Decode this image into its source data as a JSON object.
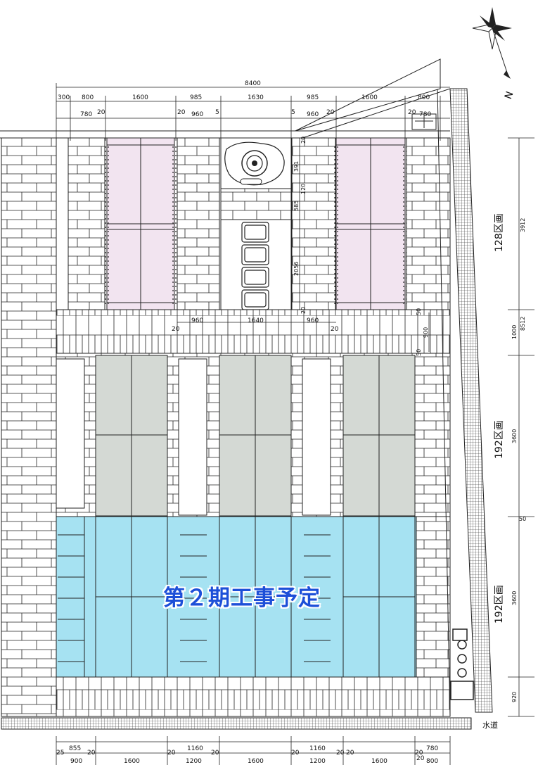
{
  "plan": {
    "total_width": "8400",
    "top_dims": [
      "300",
      "800",
      "1600",
      "985",
      "1630",
      "985",
      "1600",
      "800"
    ],
    "top_dims_row2": [
      "780",
      "20",
      "20",
      "960",
      "5",
      "5",
      "960",
      "20",
      "20",
      "780"
    ],
    "mid_dims": [
      "20",
      "960",
      "1640",
      "960",
      "20"
    ],
    "bottom_dims_row1": [
      "855",
      "20",
      "1160",
      "20",
      "1160",
      "20",
      "780"
    ],
    "bottom_dims_row2": [
      "25",
      "900",
      "20",
      "1600",
      "20",
      "1200",
      "1600",
      "20",
      "1200",
      "20",
      "1600",
      "20",
      "800"
    ],
    "center_dims": [
      "20",
      "391",
      "120",
      "585",
      "2056",
      "20"
    ],
    "right_dims": {
      "d3912": "3912",
      "d8512": "8512",
      "d1000": "1000",
      "d3600a": "3600",
      "d50": "50",
      "d3600b": "3600",
      "d920": "920",
      "d900": "900",
      "d20a": "50",
      "d20b": "50"
    },
    "zones": [
      "128区画",
      "192区画",
      "192区画"
    ],
    "banner": "第２期工事予定",
    "water_label": "水道",
    "north_label": "N"
  },
  "colors": {
    "pink": "#f2e4f0",
    "gray": "#d4d9d4",
    "blue": "#a6e2f2",
    "banner": "#1d4fd8"
  }
}
